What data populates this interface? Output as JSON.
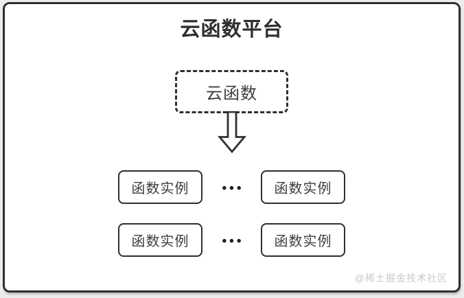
{
  "diagram": {
    "title": "云函数平台",
    "source": {
      "label": "云函数"
    },
    "arrow": {
      "icon": "down-arrow",
      "direction": "down"
    },
    "rows": [
      {
        "left": "函数实例",
        "dots": "•••",
        "right": "函数实例"
      },
      {
        "left": "函数实例",
        "dots": "•••",
        "right": "函数实例"
      }
    ],
    "watermark": "@稀土掘金技术社区"
  },
  "colors": {
    "outline": "#2e2e2e",
    "title_text": "#2d2d2d",
    "label_text": "#3d3d3d",
    "card_background": "#ffffff",
    "page_background": "#ececec",
    "watermark_text": "#c9c9c9"
  }
}
